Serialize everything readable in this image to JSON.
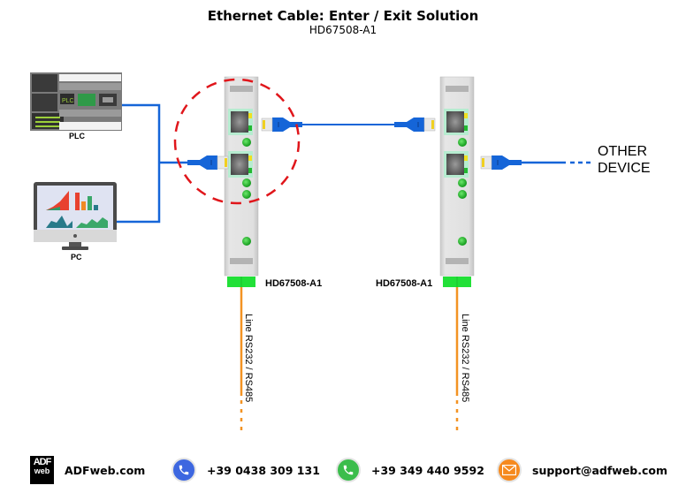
{
  "header": {
    "title": "Ethernet Cable: Enter / Exit Solution",
    "subtitle": "HD67508-A1"
  },
  "devices": {
    "plc": {
      "label": "PLC",
      "screen_text": "PLC"
    },
    "pc": {
      "label": "PC"
    },
    "gateway_1": {
      "label": "HD67508-A1",
      "ethernet_ports": 2,
      "leds": 4
    },
    "gateway_2": {
      "label": "HD67508-A1",
      "ethernet_ports": 2,
      "leds": 4
    },
    "other_device": {
      "line1": "OTHER",
      "line2": "DEVICE"
    }
  },
  "connections": {
    "serial_line_1": "Line RS232 / RS485",
    "serial_line_2": "Line RS232 / RS485"
  },
  "colors": {
    "ethernet_cable": "#1565d8",
    "serial_cable": "#f39323",
    "highlight_circle": "#e0161b",
    "device_body": "#dcdcdc",
    "led_green": "#22b830",
    "connector_green": "#22e038"
  },
  "footer": {
    "website": "ADFweb.com",
    "logo_line1": "ADF",
    "logo_line2": "web",
    "phone": "+39 0438 309 131",
    "whatsapp": "+39 349 440 9592",
    "email": "support@adfweb.com",
    "icons": [
      "adfweb-logo-icon",
      "phone-icon",
      "whatsapp-icon",
      "email-icon"
    ]
  }
}
